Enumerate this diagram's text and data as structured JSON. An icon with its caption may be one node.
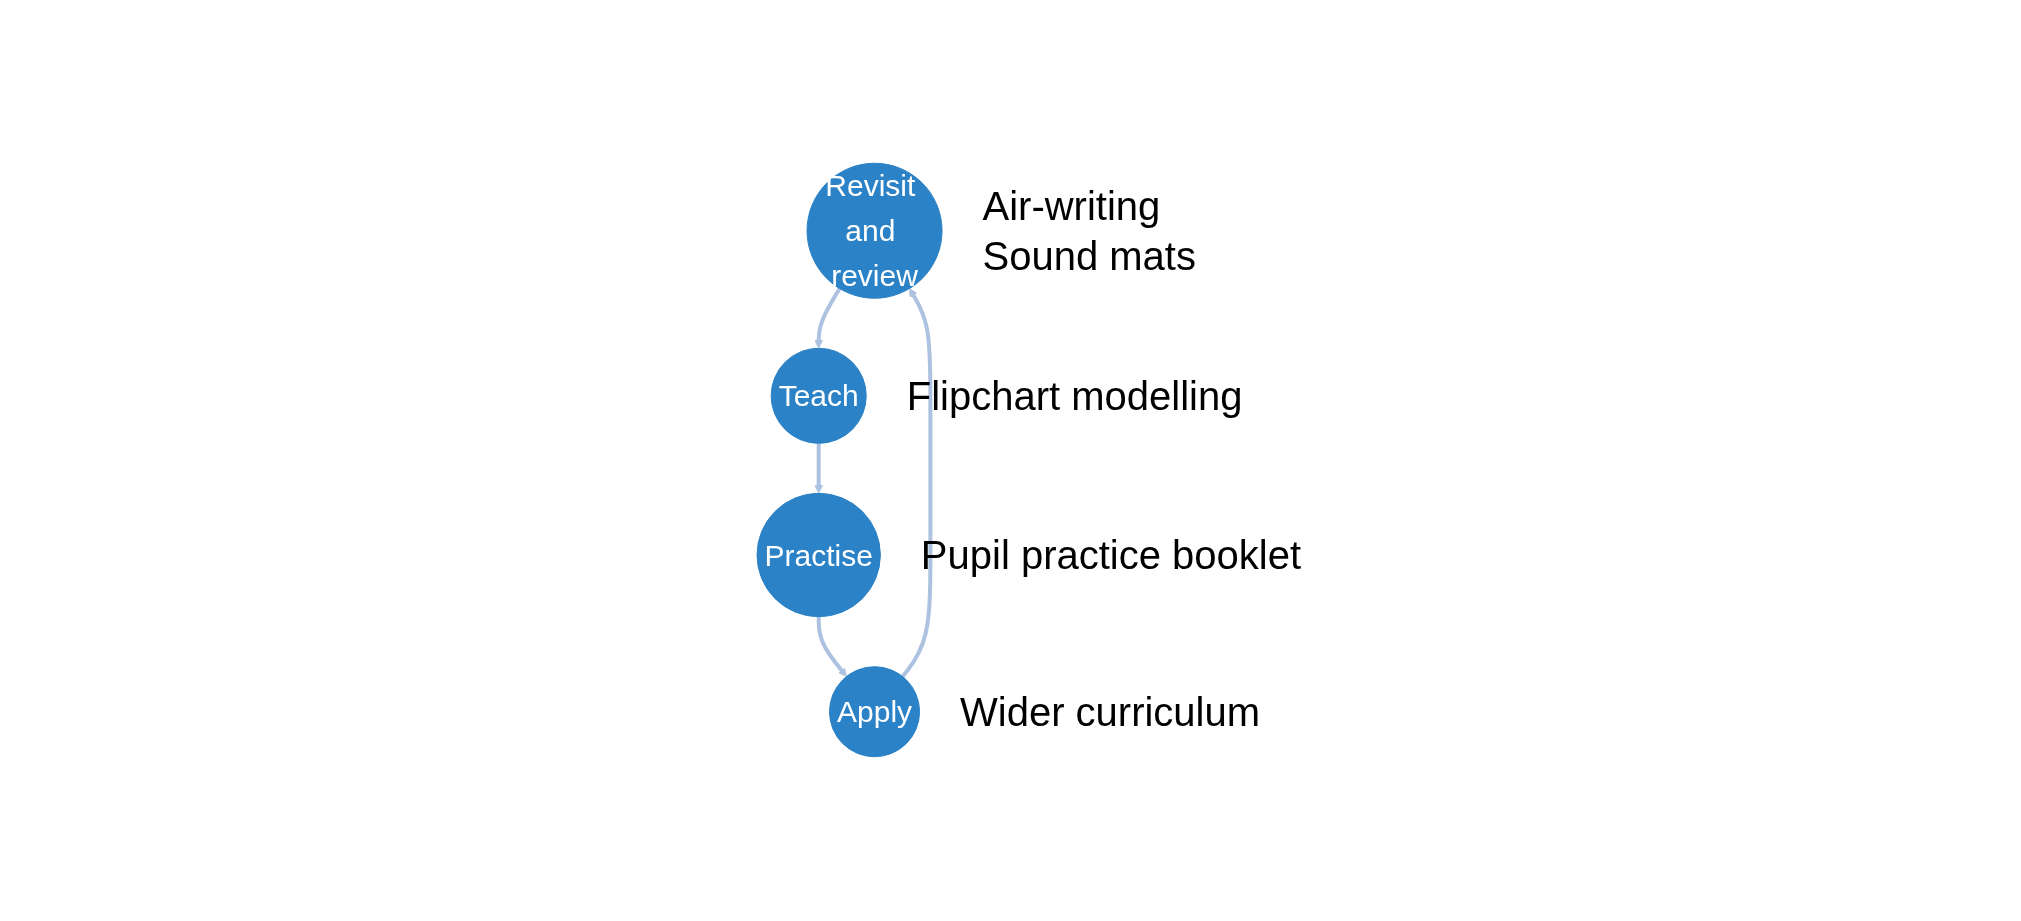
{
  "diagram": {
    "nodes": [
      {
        "text": [
          "Revisit and review"
        ],
        "beside": [
          "Air-writing",
          "Sound mats"
        ]
      },
      {
        "text": [
          "Teach"
        ],
        "beside": [
          "Flipchart modelling"
        ]
      },
      {
        "text": [
          "Practise"
        ],
        "beside": [
          "Pupil practice booklet"
        ]
      },
      {
        "text": [
          "Apply"
        ],
        "beside": [
          "Wider curriculum"
        ]
      }
    ],
    "edges": [
      {
        "from": 0,
        "to": 1,
        "arrow": "to"
      },
      {
        "from": 1,
        "to": 2,
        "arrow": "to"
      },
      {
        "from": 2,
        "to": 3,
        "arrow": "to"
      },
      {
        "from": 3,
        "to": 0,
        "arrow": "to"
      }
    ]
  }
}
